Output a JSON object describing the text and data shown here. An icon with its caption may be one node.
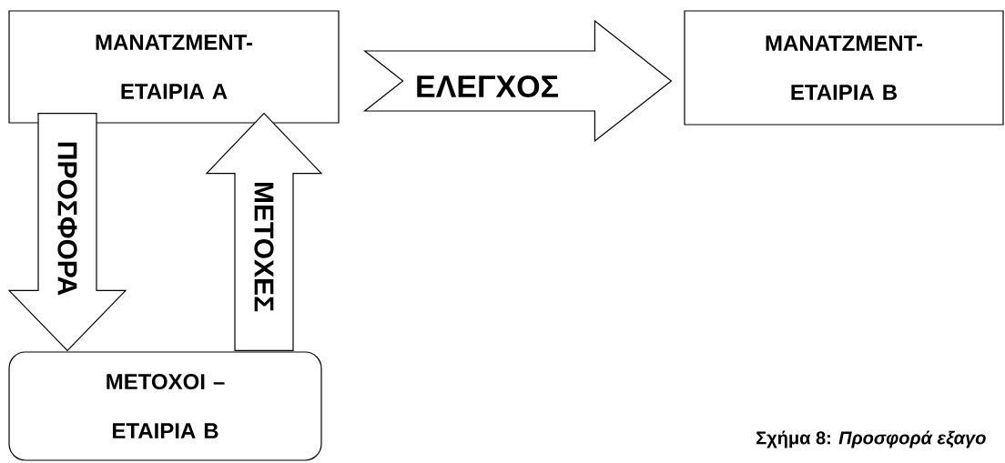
{
  "diagram": {
    "caption": "Σχήμα 8: *Προσφορά εξαγο*",
    "nodes": [
      {
        "text": [
          "ΜΑΝΑΤΖΜΕΝΤ- ΕΤΑΙΡΙΑ Α"
        ]
      },
      {
        "text": [
          "ΜΑΝΑΤΖΜΕΝΤ- ΕΤΑΙΡΙΑ Β"
        ]
      },
      {
        "text": [
          "ΜΕΤΟΧΟΙ – ΕΤΑΙΡΙΑ Β"
        ]
      }
    ],
    "edges": [
      {
        "from": 0,
        "to": 1,
        "arrow": "to",
        "label": "ΕΛΕΓΧΟΣ"
      },
      {
        "from": 0,
        "to": 2,
        "arrow": "to",
        "label": "ΠΡΟΣΦΟΡΑ"
      },
      {
        "from": 2,
        "to": 0,
        "arrow": "to",
        "label": "ΜΕΤΟΧΕΣ"
      }
    ]
  }
}
